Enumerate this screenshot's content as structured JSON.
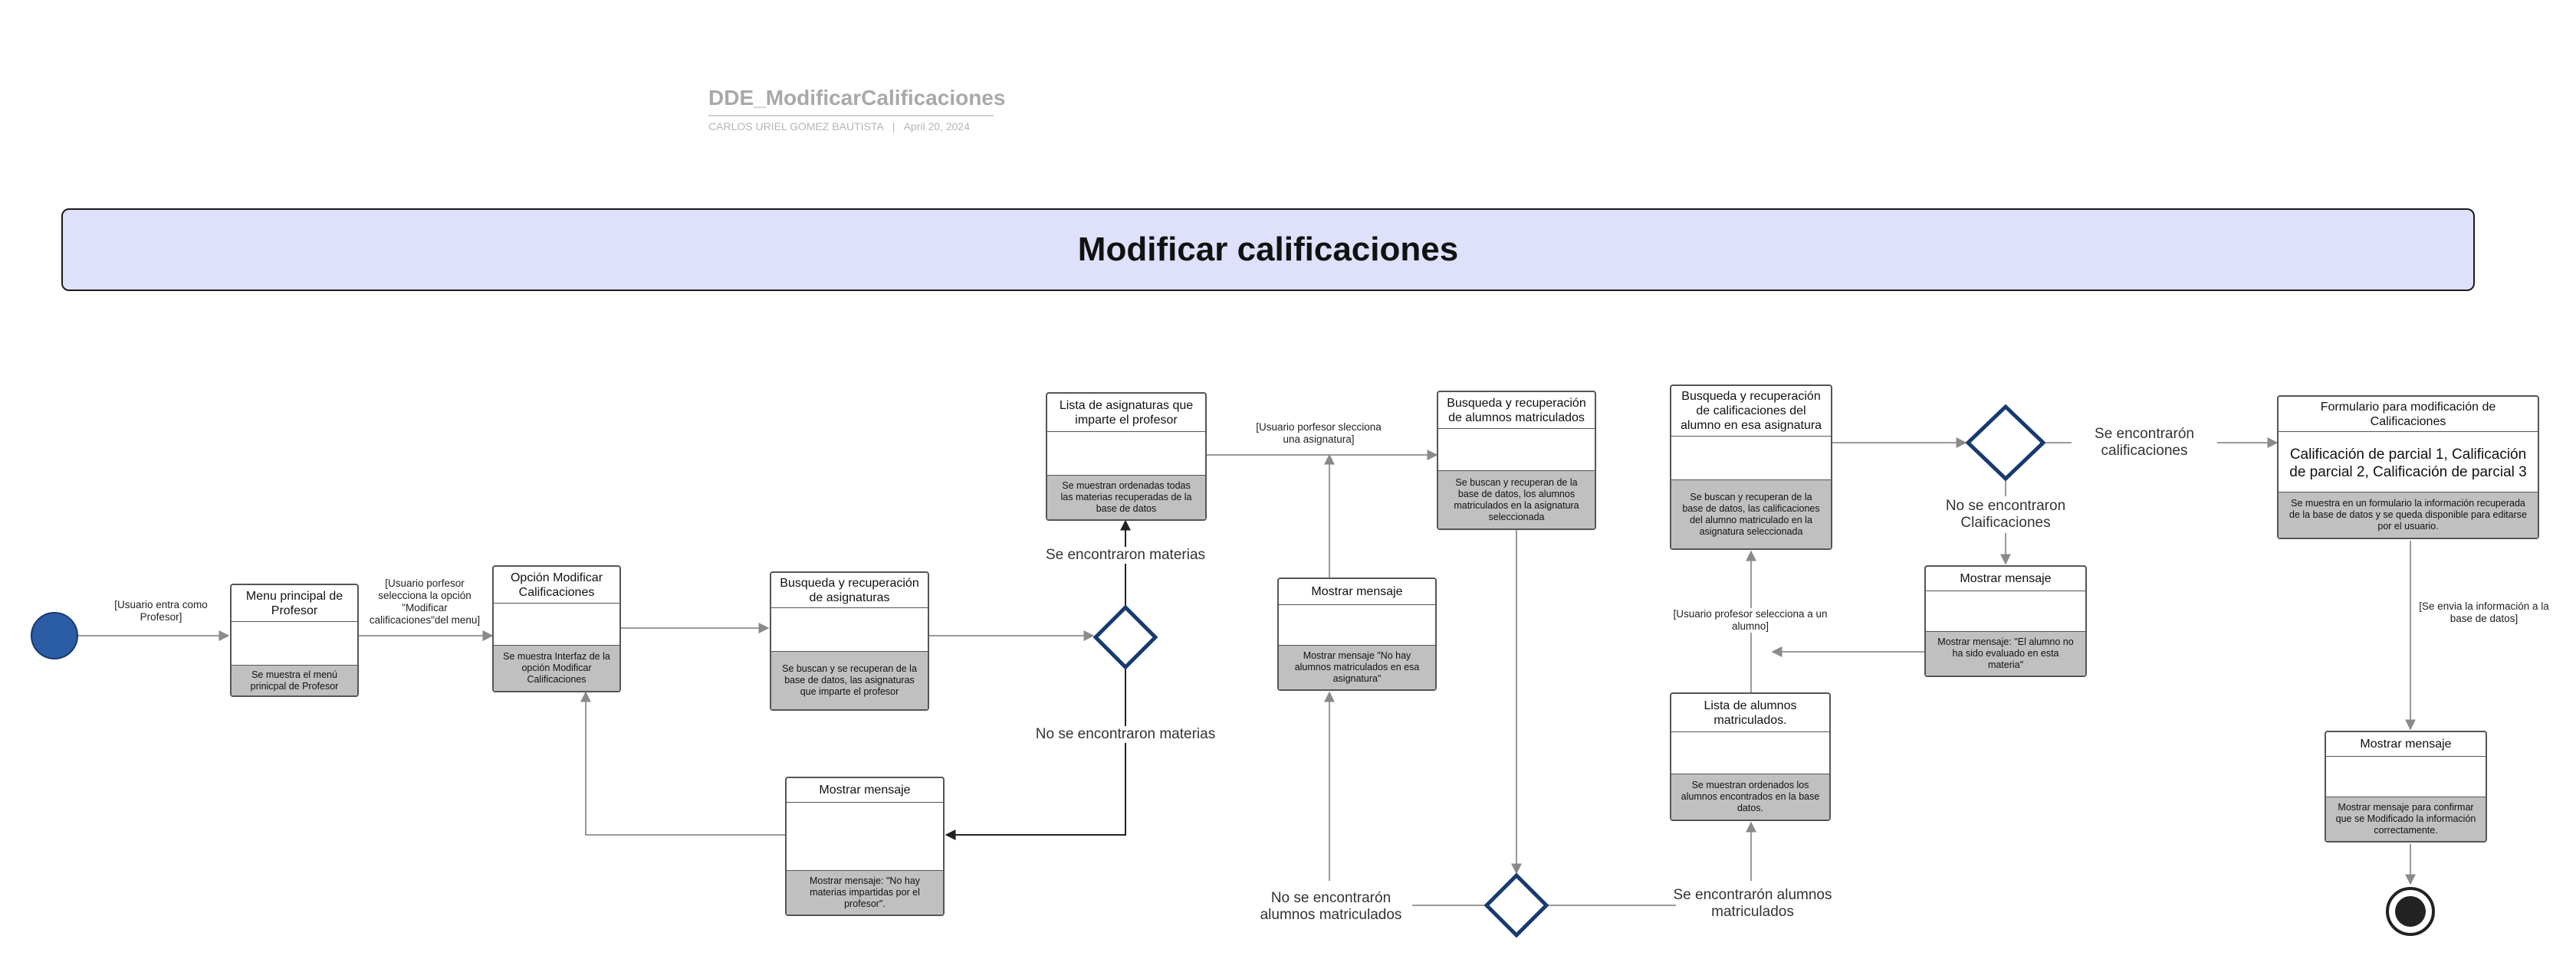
{
  "document": {
    "title": "DDE_ModificarCalificaciones",
    "author": "CARLOS URIEL GOMEZ BAUTISTA",
    "separator": "|",
    "date": "April 20, 2024"
  },
  "banner": {
    "title": "Modificar calificaciones",
    "fill": "#dfe0fc"
  },
  "colors": {
    "node_footer": "#c0c0c0",
    "start": "#2b5da6",
    "diamond_stroke": "#173a70",
    "edge": "#9a9a9a"
  },
  "nodes": {
    "menu": {
      "title": "Menu principal de Profesor",
      "desc": "Se muestra el menú prinicpal de Profesor"
    },
    "opcion": {
      "title": "Opción Modificar Calificaciones",
      "desc": "Se muestra Interfaz de la opción Modificar Calificaciones"
    },
    "busqueda_asig": {
      "title": "Busqueda y recuperación de asignaturas",
      "desc": "Se buscan y se recuperan  de la base de datos, las asignaturas que imparte el profesor"
    },
    "lista_asig": {
      "title": "Lista de asignaturas que imparte el profesor",
      "desc": "Se muestran ordenadas todas las materias recuperadas de la base de datos"
    },
    "msg_no_materias": {
      "title": "Mostrar mensaje",
      "desc": "Mostrar mensaje: \"No hay materias impartidas por el profesor\"."
    },
    "msg_no_alumnos": {
      "title": "Mostrar mensaje",
      "desc": "Mostrar mensaje \"No hay alumnos matriculados en esa asignatura\""
    },
    "busqueda_alumnos": {
      "title": "Busqueda y recuperación de alumnos matriculados",
      "desc": "Se buscan y recuperan de la base de datos, los alumnos matriculados en la asignatura seleccionada"
    },
    "lista_alumnos": {
      "title": "Lista de alumnos matriculados.",
      "desc": "Se muestran ordenados los alumnos encontrados en la base datos."
    },
    "busqueda_calif": {
      "title": "Busqueda y recuperación de calificaciones del alumno en esa asignatura",
      "desc": "Se buscan y recuperan de la base de datos, las calificaciones del alumno matriculado en la asignatura seleccionada"
    },
    "msg_no_evaluado": {
      "title": "Mostrar mensaje",
      "desc": "Mostrar mensaje: \"El alumno no ha sido evaluado en esta materia\""
    },
    "formulario": {
      "title": "Formulario para modificación de Calificaciones",
      "body": "Calificación de parcial 1,   Calificación de parcial 2, Calificación de parcial 3",
      "desc": "Se muestra en un formulario la información recuperada de la base de datos y se queda disponible para editarse por el usuario."
    },
    "msg_ok": {
      "title": "Mostrar mensaje",
      "desc": "Mostrar mensaje para confirmar que se Modificado la información correctamente."
    }
  },
  "edge_labels": {
    "entra": "[Usuario entra como Profesor]",
    "selecciona_opcion": "[Usuario porfesor selecciona la opción \"Modificar calificaciones\"del menu]",
    "selecciona_asig": "[Usuario porfesor slecciona una asignatura]",
    "selecciona_alumno": "[Usuario profesor selecciona a un alumno]",
    "envia": "[Se envia la información a la base de datos]"
  },
  "guards": {
    "si_materias": "Se encontraron materias",
    "no_materias": "No se encontraron materias",
    "no_alumnos": "No se encontrarón alumnos matriculados",
    "si_alumnos": "Se encontrarón alumnos matriculados",
    "si_calif": "Se encontrarón calificaciones",
    "no_calif": "No se encontraron Claificaciones"
  }
}
